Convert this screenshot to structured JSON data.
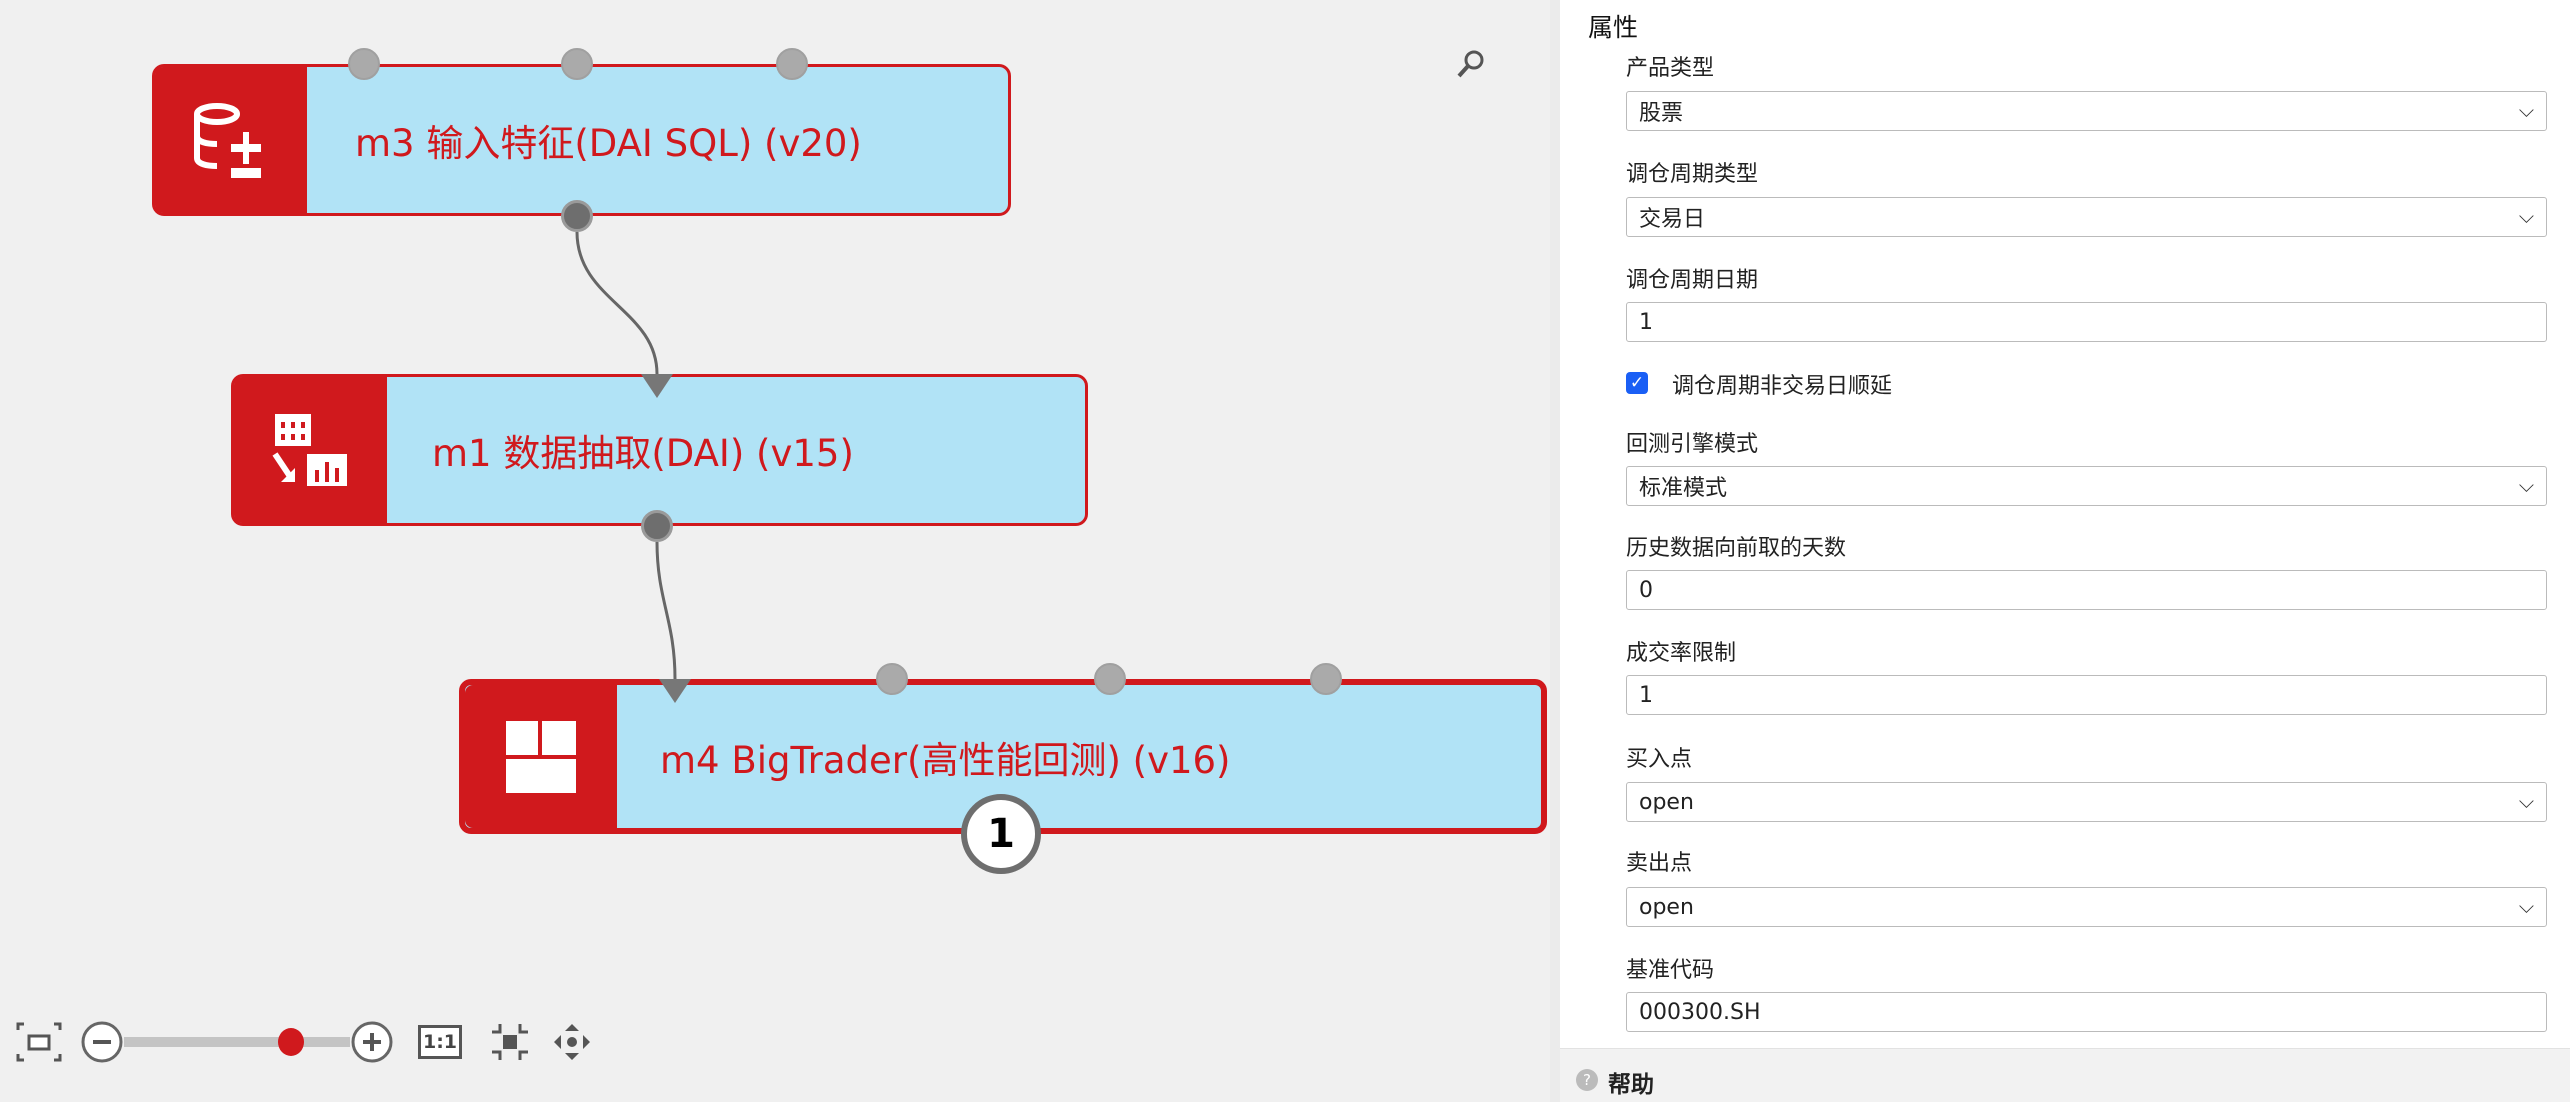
{
  "canvas": {
    "nodes": [
      {
        "title": "m3 输入特征(DAI SQL) (v20)",
        "icon": "database-plus-minus-icon"
      },
      {
        "title": "m1 数据抽取(DAI) (v15)",
        "icon": "data-extract-icon"
      },
      {
        "title": "m4 BigTrader(高性能回测) (v16)",
        "icon": "grid-blocks-icon",
        "badge": "1"
      }
    ],
    "toolbar": {
      "one_to_one": "1:1",
      "zoom_level_fraction": 0.74
    }
  },
  "panel": {
    "title": "属性",
    "fields": [
      {
        "label": "产品类型",
        "value": "股票",
        "type": "select"
      },
      {
        "label": "调仓周期类型",
        "value": "交易日",
        "type": "select"
      },
      {
        "label": "调仓周期日期",
        "value": "1",
        "type": "input"
      },
      {
        "label": "调仓周期非交易日顺延",
        "checked": true,
        "type": "checkbox"
      },
      {
        "label": "回测引擎模式",
        "value": "标准模式",
        "type": "select"
      },
      {
        "label": "历史数据向前取的天数",
        "value": "0",
        "type": "input"
      },
      {
        "label": "成交率限制",
        "value": "1",
        "type": "input"
      },
      {
        "label": "买入点",
        "value": "open",
        "type": "select"
      },
      {
        "label": "卖出点",
        "value": "open",
        "type": "select"
      },
      {
        "label": "基准代码",
        "value": "000300.SH",
        "type": "input"
      }
    ],
    "help": "帮助"
  },
  "colors": {
    "accent": "#d0191d",
    "node_bg": "#b1e3f6",
    "checkbox": "#1a5ff5"
  }
}
